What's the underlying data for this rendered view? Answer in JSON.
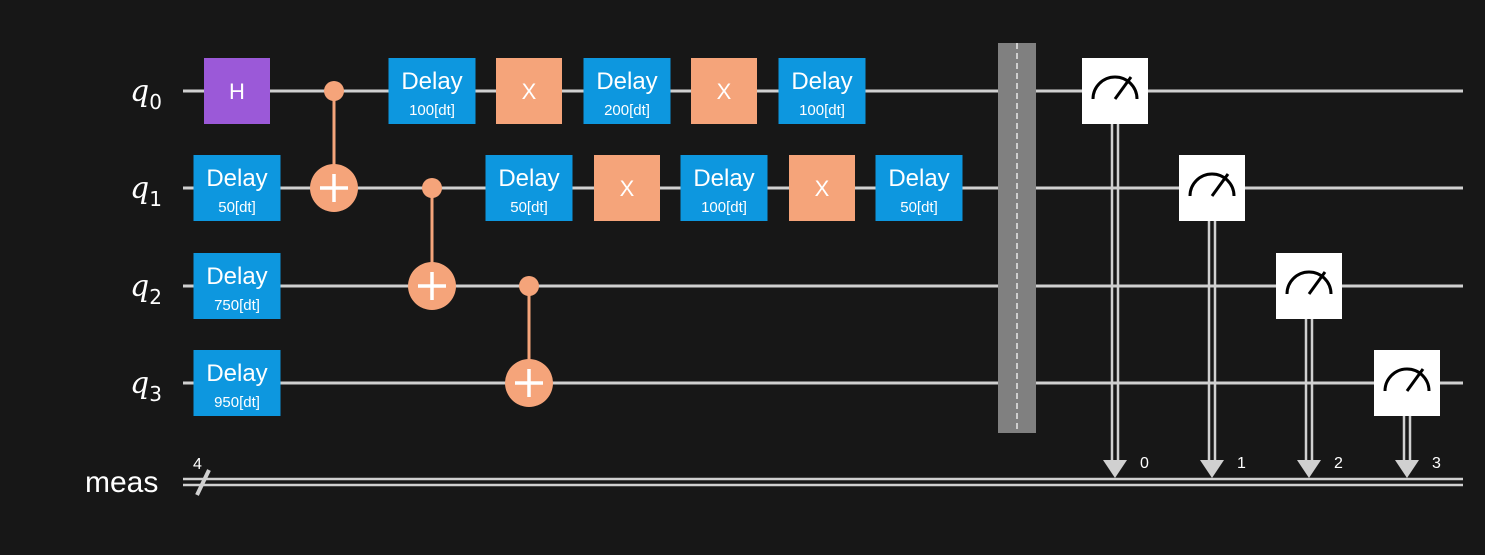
{
  "qubits": [
    {
      "name": "q",
      "index": "0"
    },
    {
      "name": "q",
      "index": "1"
    },
    {
      "name": "q",
      "index": "2"
    },
    {
      "name": "q",
      "index": "3"
    }
  ],
  "classical_register": {
    "name": "meas",
    "width": "4"
  },
  "gates": [
    {
      "type": "H",
      "label": "H",
      "qubit": 0,
      "column": 1
    },
    {
      "type": "Delay",
      "label": "Delay",
      "param": "50[dt]",
      "qubit": 1,
      "column": 1
    },
    {
      "type": "Delay",
      "label": "Delay",
      "param": "750[dt]",
      "qubit": 2,
      "column": 1
    },
    {
      "type": "Delay",
      "label": "Delay",
      "param": "950[dt]",
      "qubit": 3,
      "column": 1
    },
    {
      "type": "CX",
      "control": 0,
      "target": 1,
      "column": 2
    },
    {
      "type": "Delay",
      "label": "Delay",
      "param": "100[dt]",
      "qubit": 0,
      "column": 3
    },
    {
      "type": "CX",
      "control": 1,
      "target": 2,
      "column": 3
    },
    {
      "type": "X",
      "label": "X",
      "qubit": 0,
      "column": 4
    },
    {
      "type": "Delay",
      "label": "Delay",
      "param": "50[dt]",
      "qubit": 1,
      "column": 4
    },
    {
      "type": "CX",
      "control": 2,
      "target": 3,
      "column": 4
    },
    {
      "type": "Delay",
      "label": "Delay",
      "param": "200[dt]",
      "qubit": 0,
      "column": 5
    },
    {
      "type": "X",
      "label": "X",
      "qubit": 1,
      "column": 5
    },
    {
      "type": "X",
      "label": "X",
      "qubit": 0,
      "column": 6
    },
    {
      "type": "Delay",
      "label": "Delay",
      "param": "100[dt]",
      "qubit": 1,
      "column": 6
    },
    {
      "type": "Delay",
      "label": "Delay",
      "param": "100[dt]",
      "qubit": 0,
      "column": 7
    },
    {
      "type": "X",
      "label": "X",
      "qubit": 1,
      "column": 7
    },
    {
      "type": "Delay",
      "label": "Delay",
      "param": "50[dt]",
      "qubit": 1,
      "column": 8
    }
  ],
  "barrier": {
    "column": 9
  },
  "measurements": [
    {
      "qubit": 0,
      "clbit": "0",
      "column": 10
    },
    {
      "qubit": 1,
      "clbit": "1",
      "column": 11
    },
    {
      "qubit": 2,
      "clbit": "2",
      "column": 12
    },
    {
      "qubit": 3,
      "clbit": "3",
      "column": 13
    }
  ],
  "colors": {
    "background": "#171717",
    "wire": "#d0d0d0",
    "h_gate": "#9b59d8",
    "delay_gate": "#0d97df",
    "x_gate": "#f5a47a",
    "cx": "#f5a47a",
    "barrier": "#808080",
    "measure_box": "#ffffff",
    "measure_line": "#d0d0d0",
    "text_on_gate": "#ffffff",
    "text_on_x": "#000000"
  }
}
